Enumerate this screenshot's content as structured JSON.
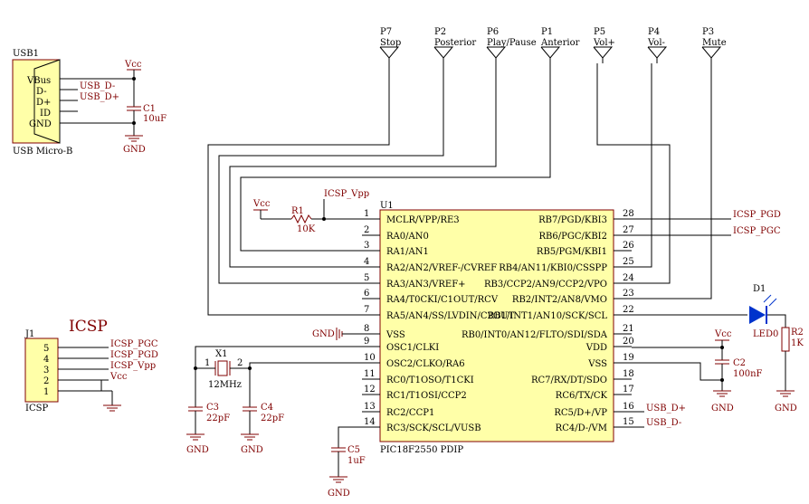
{
  "colors": {
    "chip_fill": "#ffffa8",
    "wire": "#000000",
    "component": "#800000",
    "led": "#0033cc"
  },
  "usb": {
    "designator": "USB1",
    "part": "USB Micro-B",
    "pins": [
      "VBus",
      "D-",
      "D+",
      "ID",
      "GND"
    ],
    "net_dm": "USB_D-",
    "net_dp": "USB_D+"
  },
  "vcc": "Vcc",
  "gnd": "GND",
  "c1": {
    "ref": "C1",
    "value": "10uF"
  },
  "c2": {
    "ref": "C2",
    "value": "100nF"
  },
  "c3": {
    "ref": "C3",
    "value": "22pF"
  },
  "c4": {
    "ref": "C4",
    "value": "22pF"
  },
  "c5": {
    "ref": "C5",
    "value": "1uF"
  },
  "r1": {
    "ref": "R1",
    "value": "10K"
  },
  "r2": {
    "ref": "R2",
    "value": "1K"
  },
  "x1": {
    "ref": "X1",
    "value": "12MHz",
    "pin1": "1",
    "pin2": "2"
  },
  "d1": {
    "ref": "D1",
    "value": "LED0"
  },
  "icsp_vpp": "ICSP_Vpp",
  "ports": [
    {
      "ref": "P7",
      "name": "Stop"
    },
    {
      "ref": "P2",
      "name": "Posterior"
    },
    {
      "ref": "P6",
      "name": "Play/Pause"
    },
    {
      "ref": "P1",
      "name": "Anterior"
    },
    {
      "ref": "P5",
      "name": "Vol+"
    },
    {
      "ref": "P4",
      "name": "Vol-"
    },
    {
      "ref": "P3",
      "name": "Mute"
    }
  ],
  "chip": {
    "ref": "U1",
    "part": "PIC18F2550 PDIP",
    "left_pins": [
      {
        "num": "1",
        "name": "MCLR/VPP/RE3"
      },
      {
        "num": "2",
        "name": "RA0/AN0"
      },
      {
        "num": "3",
        "name": "RA1/AN1"
      },
      {
        "num": "4",
        "name": "RA2/AN2/VREF-/CVREF"
      },
      {
        "num": "5",
        "name": "RA3/AN3/VREF+"
      },
      {
        "num": "6",
        "name": "RA4/T0CKI/C1OUT/RCV"
      },
      {
        "num": "7",
        "name": "RA5/AN4/SS/LVDIN/C2OUT"
      },
      {
        "num": "8",
        "name": "VSS"
      },
      {
        "num": "9",
        "name": "OSC1/CLKI"
      },
      {
        "num": "10",
        "name": "OSC2/CLKO/RA6"
      },
      {
        "num": "11",
        "name": "RC0/T1OSO/T1CKI"
      },
      {
        "num": "12",
        "name": "RC1/T1OSI/CCP2"
      },
      {
        "num": "13",
        "name": "RC2/CCP1"
      },
      {
        "num": "14",
        "name": "RC3/SCK/SCL/VUSB"
      }
    ],
    "right_pins": [
      {
        "num": "28",
        "name": "RB7/PGD/KBI3"
      },
      {
        "num": "27",
        "name": "RB6/PGC/KBI2"
      },
      {
        "num": "26",
        "name": "RB5/PGM/KBI1"
      },
      {
        "num": "25",
        "name": "RB4/AN11/KBI0/CSSPP"
      },
      {
        "num": "24",
        "name": "RB3/CCP2/AN9/CCP2/VPO"
      },
      {
        "num": "23",
        "name": "RB2/INT2/AN8/VMO"
      },
      {
        "num": "22",
        "name": "RB1/INT1/AN10/SCK/SCL"
      },
      {
        "num": "21",
        "name": "RB0/INT0/AN12/FLTO/SDI/SDA"
      },
      {
        "num": "20",
        "name": "VDD"
      },
      {
        "num": "19",
        "name": "VSS"
      },
      {
        "num": "18",
        "name": "RC7/RX/DT/SDO"
      },
      {
        "num": "17",
        "name": "RC6/TX/CK"
      },
      {
        "num": "16",
        "name": "RC5/D+/VP"
      },
      {
        "num": "15",
        "name": "RC4/D-/VM"
      }
    ]
  },
  "nets": {
    "pgd": "ICSP_PGD",
    "pgc": "ICSP_PGC",
    "usb_dp": "USB_D+",
    "usb_dm": "USB_D-"
  },
  "icsp": {
    "ref": "J1",
    "part": "ICSP",
    "title": "ICSP",
    "pins": [
      "5",
      "4",
      "3",
      "2",
      "1"
    ],
    "nets": [
      "ICSP_PGC",
      "ICSP_PGD",
      "ICSP_Vpp",
      "Vcc"
    ]
  }
}
